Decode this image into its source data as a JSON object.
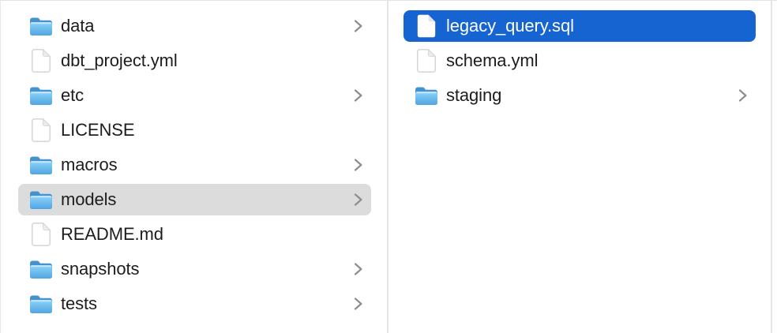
{
  "app": "finder-column-view",
  "colors": {
    "selection_blue": "#1663d2",
    "selection_gray": "#dcdcdc",
    "text": "#1d1d1f",
    "selected_text": "#ffffff",
    "divider": "#e5e5e5",
    "chevron": "#8d8d8d",
    "folder_blue_top": "#8ed3f9",
    "folder_blue_bottom": "#50a5e2",
    "folder_blue_back": "#4493cf"
  },
  "columns": [
    {
      "name": "parent-folder",
      "items": [
        {
          "label": "data",
          "type": "folder",
          "chevron": true,
          "selected": null
        },
        {
          "label": "dbt_project.yml",
          "type": "file",
          "chevron": false,
          "selected": null
        },
        {
          "label": "etc",
          "type": "folder",
          "chevron": true,
          "selected": null
        },
        {
          "label": "LICENSE",
          "type": "file",
          "chevron": false,
          "selected": null
        },
        {
          "label": "macros",
          "type": "folder",
          "chevron": true,
          "selected": null
        },
        {
          "label": "models",
          "type": "folder",
          "chevron": true,
          "selected": "gray"
        },
        {
          "label": "README.md",
          "type": "file",
          "chevron": false,
          "selected": null
        },
        {
          "label": "snapshots",
          "type": "folder",
          "chevron": true,
          "selected": null
        },
        {
          "label": "tests",
          "type": "folder",
          "chevron": true,
          "selected": null
        }
      ]
    },
    {
      "name": "models-folder",
      "items": [
        {
          "label": "legacy_query.sql",
          "type": "file",
          "chevron": false,
          "selected": "blue"
        },
        {
          "label": "schema.yml",
          "type": "file",
          "chevron": false,
          "selected": null
        },
        {
          "label": "staging",
          "type": "folder",
          "chevron": true,
          "selected": null
        }
      ]
    }
  ]
}
